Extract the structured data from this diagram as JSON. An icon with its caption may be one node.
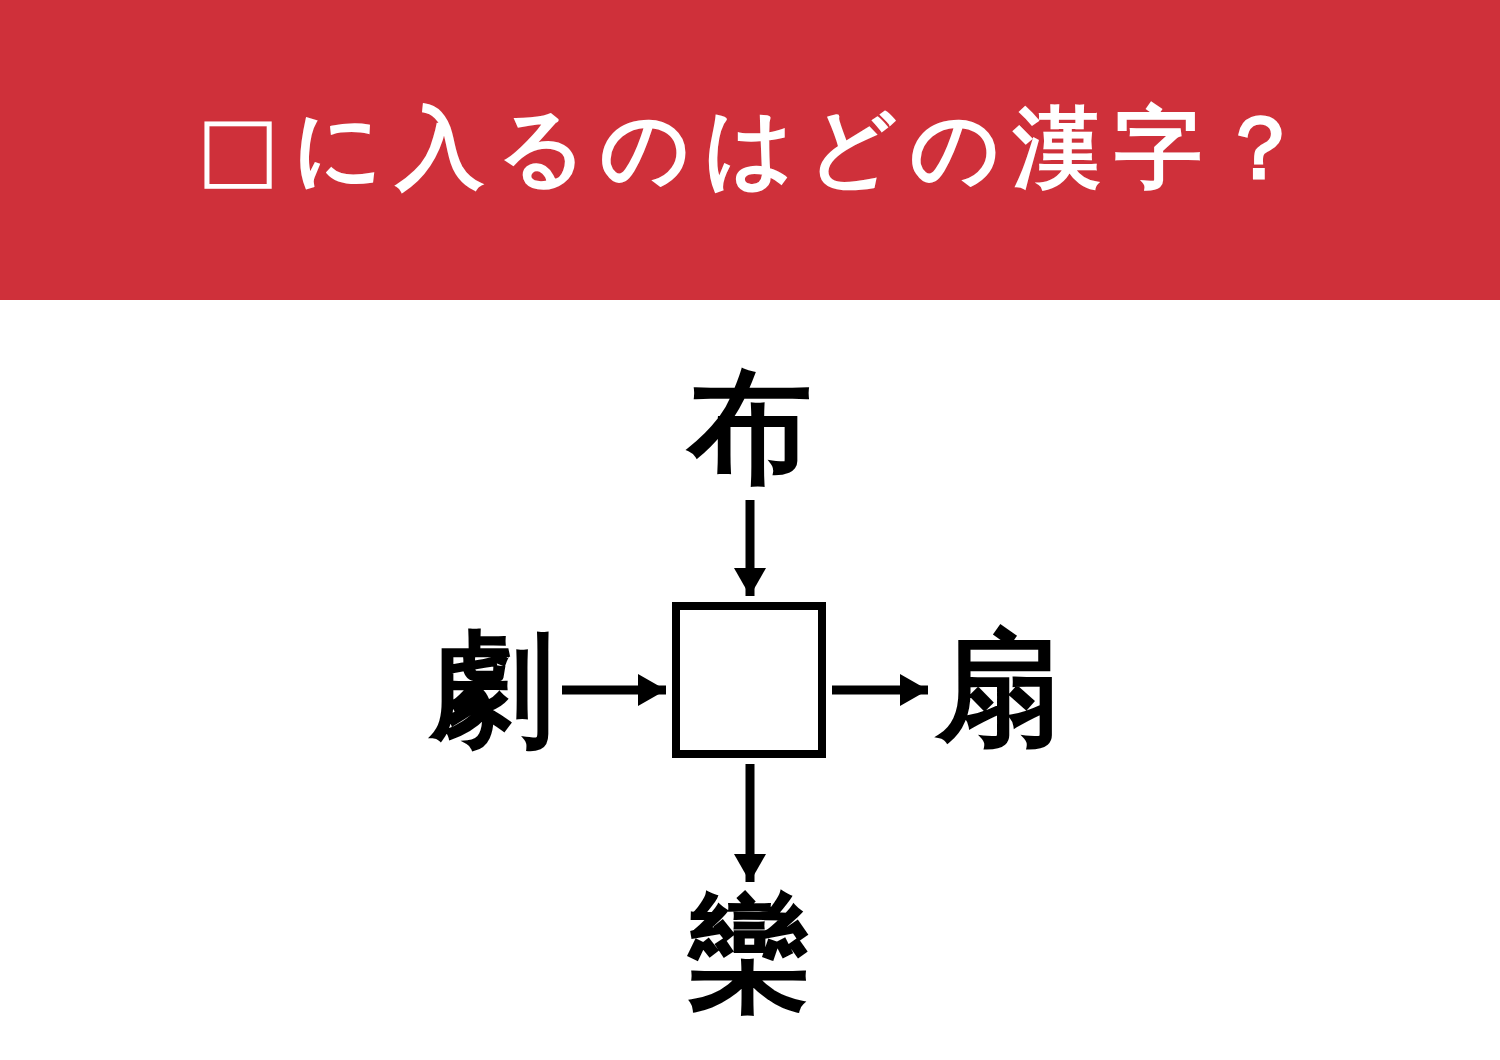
{
  "diagram": {
    "title": "□に入るのはどの漢字？",
    "nodes": [
      {
        "text": [
          "布"
        ]
      },
      {
        "text": [
          "劇"
        ]
      },
      {
        "text": [],
        "shape": "box"
      },
      {
        "text": [
          "扇"
        ]
      },
      {
        "text": [
          "欒"
        ]
      }
    ],
    "edges": [
      {
        "from": 0,
        "to": 2,
        "arrow": "to"
      },
      {
        "from": 1,
        "to": 2,
        "arrow": "to"
      },
      {
        "from": 2,
        "to": 3,
        "arrow": "to"
      },
      {
        "from": 2,
        "to": 4,
        "arrow": "to"
      }
    ]
  }
}
